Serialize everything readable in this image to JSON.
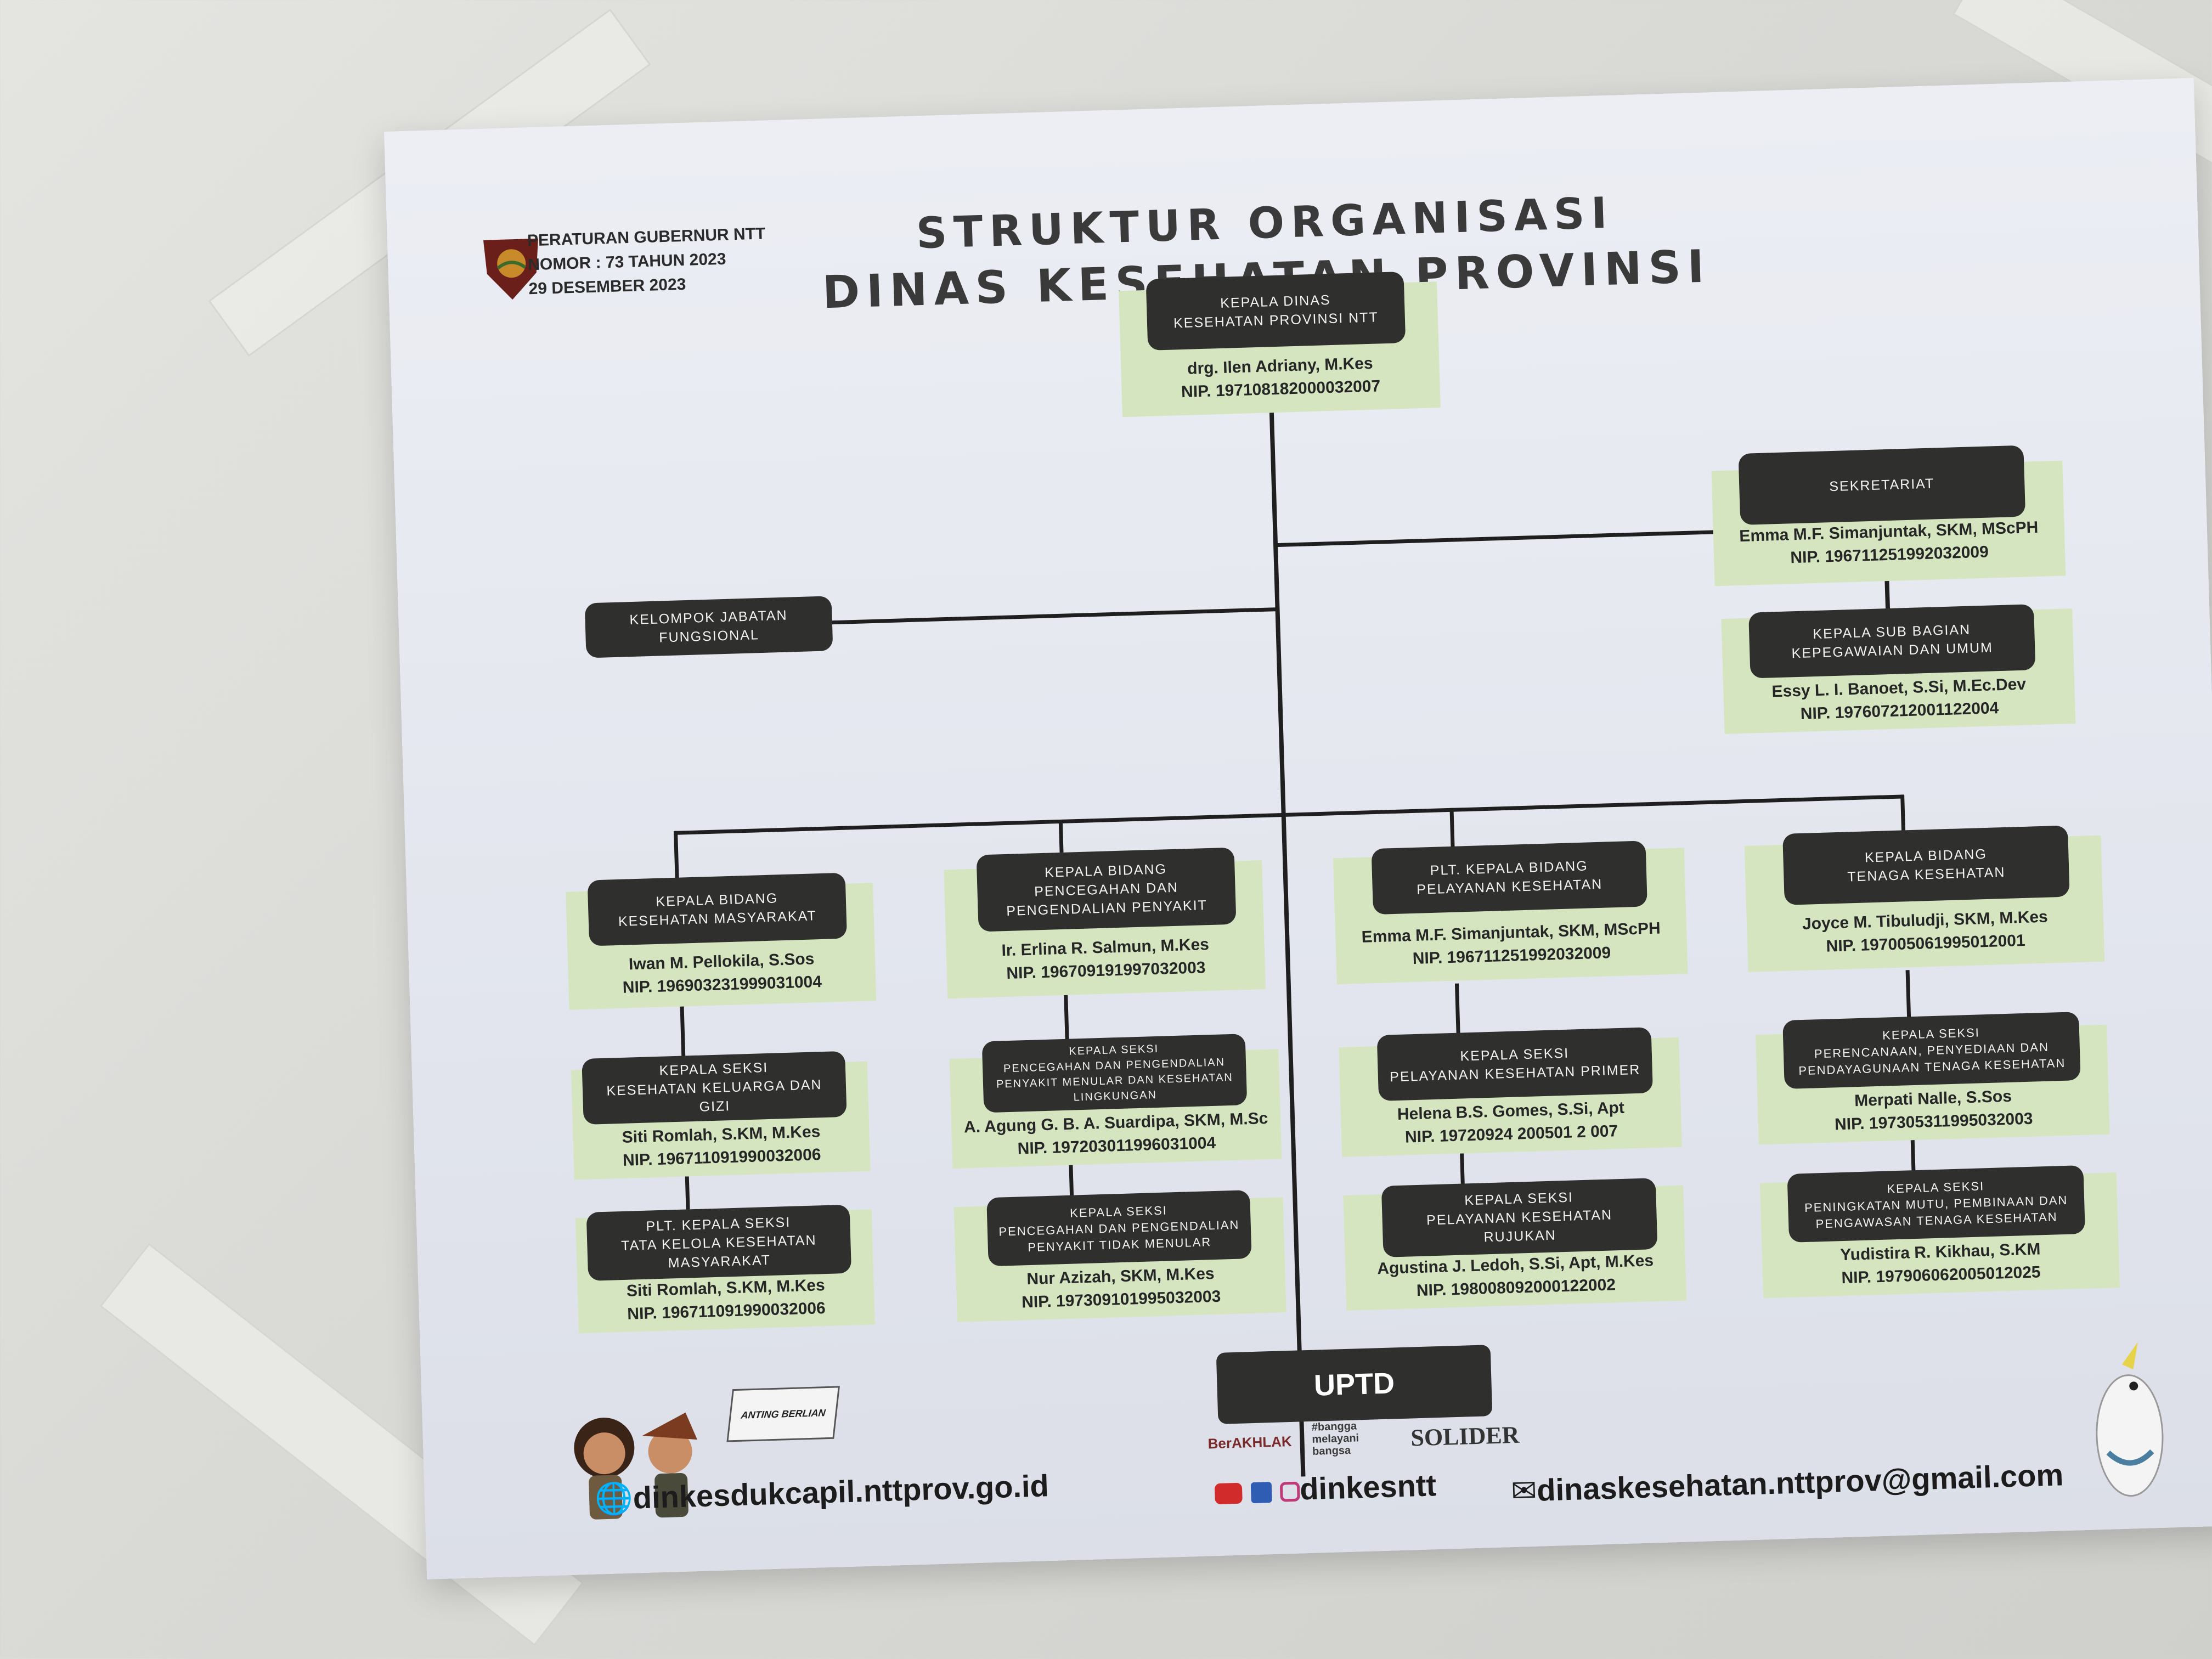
{
  "regulation": {
    "text": "PERATURAN GUBERNUR NTT\nNOMOR : 73 TAHUN 2023\n29 DESEMBER 2023"
  },
  "title": {
    "line1": "STRUKTUR ORGANISASI",
    "line2": "DINAS KESEHATAN PROVINSI NTT"
  },
  "head": {
    "label": "KEPALA DINAS\nKESEHATAN PROVINSI NTT",
    "name": "drg. Ilen Adriany, M.Kes\nNIP. 197108182000032007"
  },
  "secretariat": {
    "label": "SEKRETARIAT",
    "name": "Emma M.F. Simanjuntak, SKM, MScPH\nNIP. 196711251992032009"
  },
  "subbag": {
    "label": "KEPALA SUB BAGIAN\nKEPEGAWAIAN DAN UMUM",
    "name": "Essy L. I. Banoet, S.Si, M.Ec.Dev\nNIP. 197607212001122004"
  },
  "functional": {
    "label": "KELOMPOK JABATAN\nFUNGSIONAL"
  },
  "divisions": [
    {
      "label": "KEPALA BIDANG\nKESEHATAN MASYARAKAT",
      "name": "Iwan M. Pellokila, S.Sos\nNIP. 196903231999031004"
    },
    {
      "label": "KEPALA BIDANG\nPENCEGAHAN DAN\nPENGENDALIAN PENYAKIT",
      "name": "Ir. Erlina R. Salmun, M.Kes\nNIP. 196709191997032003"
    },
    {
      "label": "PLT. KEPALA BIDANG\nPELAYANAN KESEHATAN",
      "name": "Emma M.F. Simanjuntak, SKM, MScPH\nNIP. 196711251992032009"
    },
    {
      "label": "KEPALA BIDANG\nTENAGA KESEHATAN",
      "name": "Joyce M. Tibuludji, SKM, M.Kes\nNIP. 197005061995012001"
    }
  ],
  "sections": [
    {
      "label": "KEPALA SEKSI\nKESEHATAN KELUARGA DAN GIZI",
      "name": "Siti Romlah, S.KM, M.Kes\nNIP. 196711091990032006"
    },
    {
      "label": "KEPALA SEKSI\nPENCEGAHAN DAN PENGENDALIAN\nPENYAKIT MENULAR DAN KESEHATAN\nLINGKUNGAN",
      "name": "A. Agung G. B. A. Suardipa, SKM, M.Sc\nNIP. 197203011996031004"
    },
    {
      "label": "KEPALA SEKSI\nPELAYANAN KESEHATAN PRIMER",
      "name": "Helena B.S. Gomes, S.Si, Apt\nNIP. 19720924 200501 2 007"
    },
    {
      "label": "KEPALA SEKSI\nPERENCANAAN, PENYEDIAAN DAN\nPENDAYAGUNAAN TENAGA KESEHATAN",
      "name": "Merpati Nalle, S.Sos\nNIP. 197305311995032003"
    },
    {
      "label": "PLT. KEPALA SEKSI\nTATA KELOLA KESEHATAN\nMASYARAKAT",
      "name": "Siti Romlah, S.KM, M.Kes\nNIP. 196711091990032006"
    },
    {
      "label": "KEPALA SEKSI\nPENCEGAHAN DAN PENGENDALIAN\nPENYAKIT TIDAK MENULAR",
      "name": "Nur Azizah, SKM, M.Kes\nNIP. 197309101995032003"
    },
    {
      "label": "KEPALA SEKSI\nPELAYANAN KESEHATAN\nRUJUKAN",
      "name": "Agustina J. Ledoh, S.Si, Apt, M.Kes\nNIP. 198008092000122002"
    },
    {
      "label": "KEPALA SEKSI\nPENINGKATAN MUTU, PEMBINAAN DAN\nPENGAWASAN TENAGA KESEHATAN",
      "name": "Yudistira R. Kikhau, S.KM\nNIP. 197906062005012025"
    }
  ],
  "uptd": {
    "label": "UPTD"
  },
  "footer": {
    "website": "dinkesdukcapil.nttprov.go.id",
    "social": "dinkesntt",
    "email": "dinaskesehatan.nttprov@gmail.com",
    "badge_berakhlak": "BerAKHLAK",
    "badge_bangga": "#bangga\nmelayani\nbangsa",
    "badge_solider": "SOLIDER",
    "flag_text": "ANTING BERLIAN"
  },
  "colors": {
    "header_box": "#2f302d",
    "card_bg": "#d5e5c0",
    "poster_bg": "#e6e8ef"
  }
}
